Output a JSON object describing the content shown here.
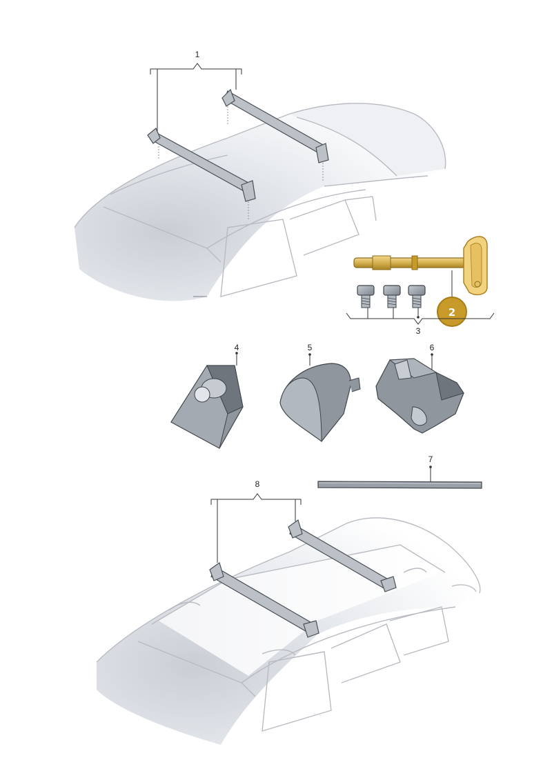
{
  "callouts": [
    {
      "label": "1"
    },
    {
      "label": "2",
      "highlighted": true
    },
    {
      "label": "3"
    },
    {
      "label": "4"
    },
    {
      "label": "5"
    },
    {
      "label": "6"
    },
    {
      "label": "7"
    },
    {
      "label": "8"
    }
  ],
  "colors": {
    "highlight_fill": "#c89a2a",
    "highlight_stroke": "#a87d18",
    "part_grey": "#9aa0a8",
    "car_shadow": "#dfe3e8",
    "line": "#333333"
  }
}
